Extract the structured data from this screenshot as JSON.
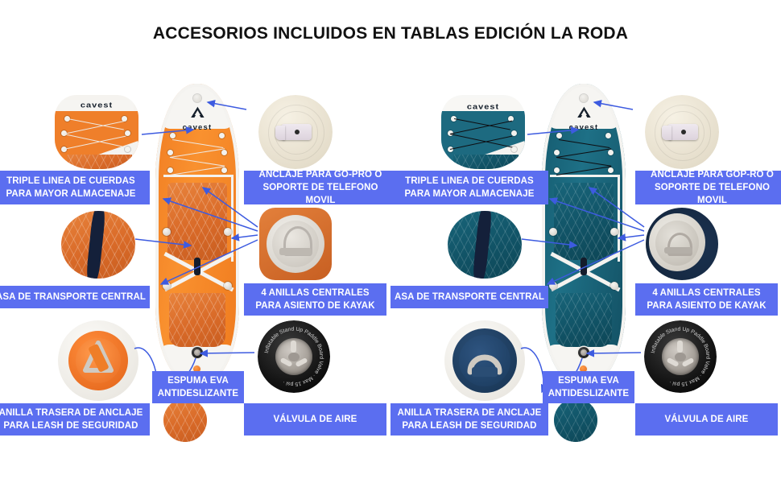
{
  "page": {
    "title": "ACCESORIOS INCLUIDOS EN TABLAS EDICIÓN LA RODA",
    "background_color": "#FFFFFF",
    "label_background_color": "#5B6EF0",
    "label_text_color": "#FFFFFF",
    "arrow_color": "#3D5BE0"
  },
  "boards": [
    {
      "id": "board-orange",
      "color_name": "orange",
      "brand": "cavest",
      "hull_color": "#F07C22",
      "accent_color": "#F4F3F0",
      "cord_color": "#EFE9E2"
    },
    {
      "id": "board-teal",
      "color_name": "teal",
      "brand": "cavest",
      "hull_color": "#14596D",
      "accent_color": "#F4F3F0",
      "cord_color": "#0E0E12"
    }
  ],
  "left_panel": {
    "labels": {
      "ropes": "TRIPLE LINEA DE CUERDAS PARA MAYOR ALMACENAJE",
      "gopro": "ANCLAJE PARA GO-PRO O SOPORTE DE TELEFONO MOVIL",
      "handle": "ASA DE TRANSPORTE CENTRAL",
      "rings": "4 ANILLAS CENTRALES PARA ASIENTO DE KAYAK",
      "leash": "ANILLA TRASERA DE ANCLAJE PARA LEASH DE SEGURIDAD",
      "foam": "ESPUMA EVA ANTIDESLIZANTE",
      "valve": "VÁLVULA DE AIRE"
    },
    "insets": {
      "ropes": "nose-bungee-cords-detail",
      "gopro": "gopro-mount-detail",
      "handle": "center-carry-handle-detail",
      "rings": "center-d-ring-detail",
      "leash": "rear-leash-d-ring-detail",
      "foam": "eva-foam-texture-detail",
      "valve": "air-valve-detail"
    }
  },
  "right_panel": {
    "labels": {
      "ropes": "TRIPLE LINEA DE CUERDAS PARA MAYOR ALMACENAJE",
      "gopro": "ANCLAJE PARA GOP-RO O SOPORTE DE TELEFONO MOVIL",
      "handle": "ASA DE TRANSPORTE CENTRAL",
      "rings": "4 ANILLAS CENTRALES PARA ASIENTO DE KAYAK",
      "leash": "ANILLA TRASERA DE ANCLAJE PARA LEASH DE SEGURIDAD",
      "foam": "ESPUMA EVA ANTIDESLIZANTE",
      "valve": "VÁLVULA DE AIRE"
    },
    "insets": {
      "ropes": "nose-bungee-cords-detail",
      "gopro": "gopro-mount-detail",
      "handle": "center-carry-handle-detail",
      "rings": "center-d-ring-detail",
      "leash": "rear-leash-d-ring-detail",
      "foam": "eva-foam-texture-detail",
      "valve": "air-valve-detail"
    }
  }
}
